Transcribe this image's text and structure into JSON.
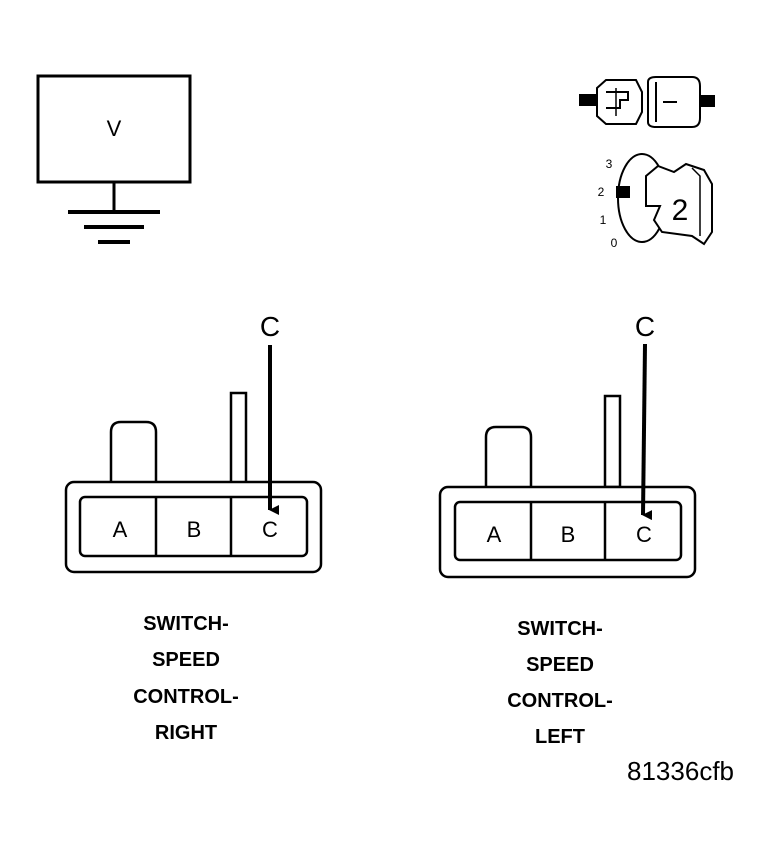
{
  "meter": {
    "symbol": "V"
  },
  "key_switch": {
    "positions": [
      "3",
      "2",
      "1",
      "0"
    ],
    "selected": "2"
  },
  "connectors": [
    {
      "callout": "C",
      "pins": [
        "A",
        "B",
        "C"
      ],
      "caption": [
        "SWITCH-",
        "SPEED",
        "CONTROL-",
        "RIGHT"
      ]
    },
    {
      "callout": "C",
      "pins": [
        "A",
        "B",
        "C"
      ],
      "caption": [
        "SWITCH-",
        "SPEED",
        "CONTROL-",
        "LEFT"
      ]
    }
  ],
  "figure_id": "81336cfb"
}
